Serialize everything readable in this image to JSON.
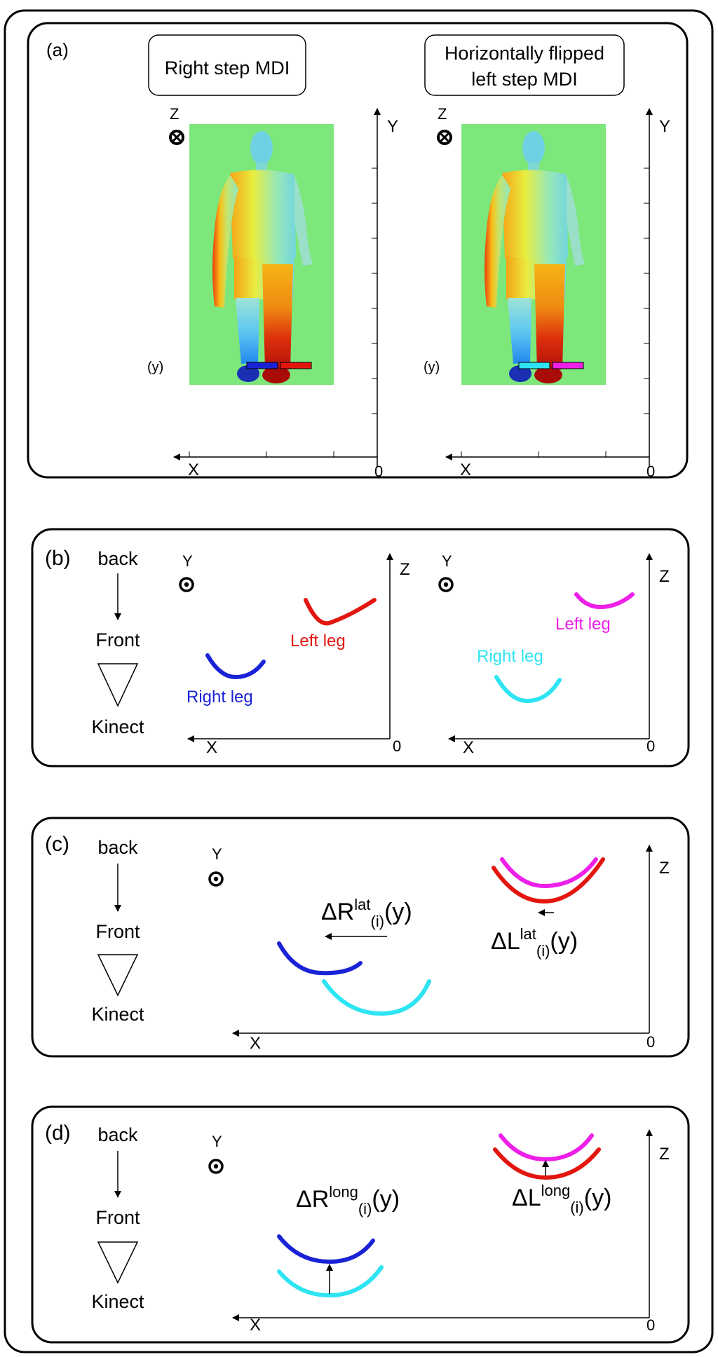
{
  "colors": {
    "right_leg_right_step": "#1a22d6",
    "left_leg_right_step": "#e3160f",
    "right_leg_flipped": "#2ee4f2",
    "left_leg_flipped": "#ee1fe8",
    "mdi_background": "#7de77c",
    "frame": "#000000"
  },
  "panel_a": {
    "label": "(a)",
    "left_box_title": "Right step MDI",
    "right_box_title_line1": "Horizontally flipped",
    "right_box_title_line2": "left step MDI",
    "axis_z": "Z",
    "axis_y": "Y",
    "axis_x": "X",
    "origin": "0",
    "row_marker": "(y)",
    "z_symbol": "into-page-cross-icon"
  },
  "panel_b": {
    "label": "(b)",
    "back": "back",
    "front": "Front",
    "kinect": "Kinect",
    "axis_y": "Y",
    "axis_z": "Z",
    "axis_x": "X",
    "origin": "0",
    "left_leg": "Left leg",
    "right_leg": "Right leg",
    "y_symbol": "out-of-page-dot-icon"
  },
  "panel_c": {
    "label": "(c)",
    "back": "back",
    "front": "Front",
    "kinect": "Kinect",
    "axis_y": "Y",
    "axis_z": "Z",
    "axis_x": "X",
    "origin": "0",
    "delta_r": "ΔR",
    "delta_r_sup": "lat",
    "delta_r_sub": "(i)",
    "delta_r_tail": "(y)",
    "delta_l": "ΔL",
    "delta_l_sup": "lat",
    "delta_l_sub": "(i)",
    "delta_l_tail": "(y)"
  },
  "panel_d": {
    "label": "(d)",
    "back": "back",
    "front": "Front",
    "kinect": "Kinect",
    "axis_y": "Y",
    "axis_z": "Z",
    "axis_x": "X",
    "origin": "0",
    "delta_r": "ΔR",
    "delta_r_sup": "long",
    "delta_r_sub": "(i)",
    "delta_r_tail": "(y)",
    "delta_l": "ΔL",
    "delta_l_sup": "long",
    "delta_l_sub": "(i)",
    "delta_l_tail": "(y)"
  }
}
